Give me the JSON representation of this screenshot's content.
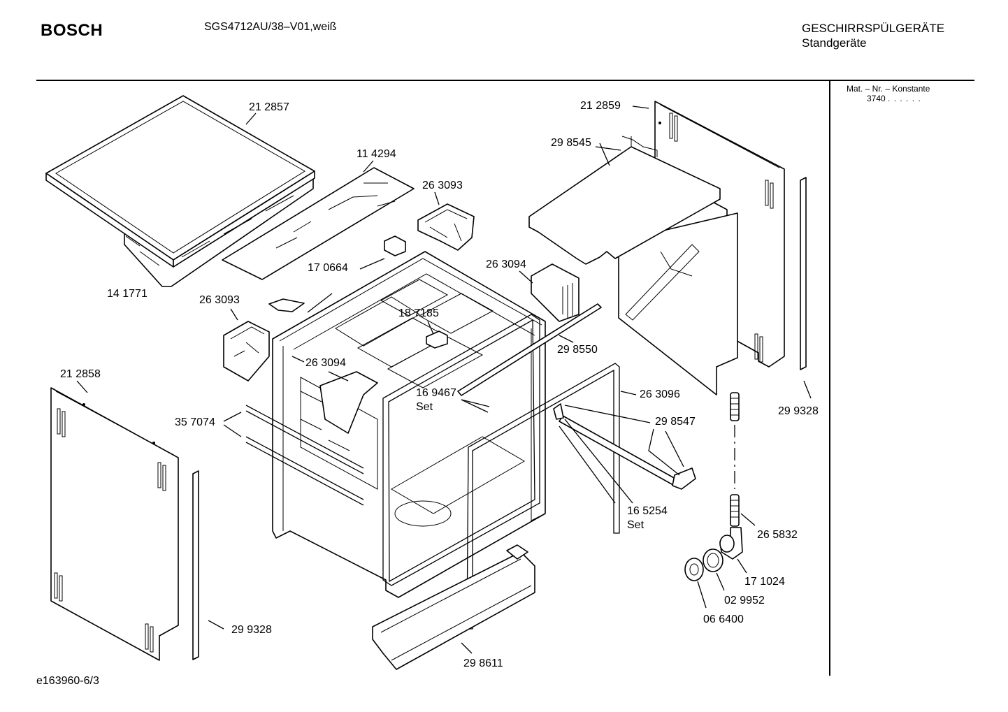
{
  "header": {
    "brand": "BOSCH",
    "model": "SGS4712AU/38–V01,weiß",
    "category_line1": "GESCHIRRSPÜLGERÄTE",
    "category_line2": "Standgeräte"
  },
  "sidebar": {
    "mat_label": "Mat. – Nr. – Konstante",
    "mat_value": "3740",
    "mat_dots": ". .   . . . ."
  },
  "footer": {
    "doc_id": "e163960-6/3"
  },
  "parts": [
    {
      "number": "21 2857"
    },
    {
      "number": "11 4294"
    },
    {
      "number": "26 3093"
    },
    {
      "number": "17 0664"
    },
    {
      "number": "14 1771"
    },
    {
      "number": "26 3093"
    },
    {
      "number": "26 3094"
    },
    {
      "number": "18 7185"
    },
    {
      "number": "26 3094"
    },
    {
      "number": "21 2859"
    },
    {
      "number": "29 8545"
    },
    {
      "number": "29 8550"
    },
    {
      "number": "16 9467",
      "note": "Set"
    },
    {
      "number": "26 3096"
    },
    {
      "number": "29 8547"
    },
    {
      "number": "16 5254",
      "note": "Set"
    },
    {
      "number": "21 2858"
    },
    {
      "number": "35 7074"
    },
    {
      "number": "29 9328"
    },
    {
      "number": "29 9328"
    },
    {
      "number": "29 8611"
    },
    {
      "number": "26 5832"
    },
    {
      "number": "17 1024"
    },
    {
      "number": "02 9952"
    },
    {
      "number": "06 6400"
    }
  ]
}
